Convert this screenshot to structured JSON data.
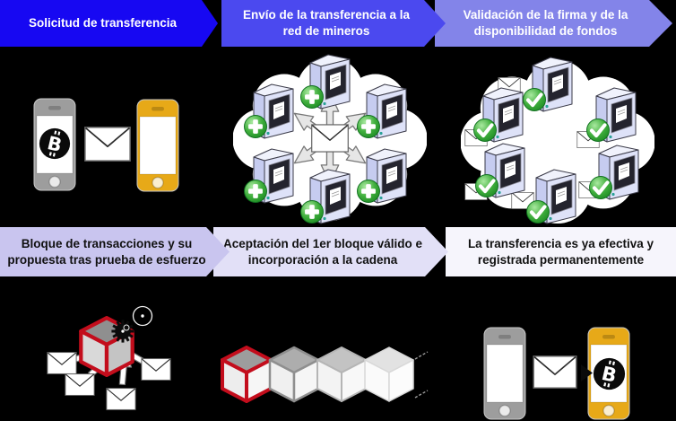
{
  "canvas": {
    "background": "#000000"
  },
  "steps": [
    {
      "label": "Solicitud de transferencia",
      "bg": "#1708F2",
      "text": "#FFFFFF"
    },
    {
      "label": "Envío de la transferencia a la red de mineros",
      "bg": "#4B49EF",
      "text": "#FFFFFF"
    },
    {
      "label": "Validación de la firma y de la disponibilidad de fondos",
      "bg": "#8384E9",
      "text": "#FFFFFF"
    },
    {
      "label": "Bloque de transacciones y su propuesta tras prueba de esfuerzo",
      "bg": "#C9C5EF",
      "text": "#111111"
    },
    {
      "label": "Aceptación del 1er bloque válido e incorporación a la cadena",
      "bg": "#E2E0F7",
      "text": "#111111"
    },
    {
      "label": "La transferencia es ya efectiva y registrada permanentemente",
      "bg": "#F6F5FC",
      "text": "#111111"
    }
  ],
  "panels": [
    {
      "name": "transfer-request",
      "icons": [
        "sender-phone-icon",
        "bitcoin-icon",
        "envelope-icon",
        "receiver-phone-icon"
      ]
    },
    {
      "name": "broadcast-to-miners",
      "icons": [
        "cloud-icon",
        "broadcast-arrows-icon",
        "envelope-icon",
        "server-icon",
        "plus-badge-icon"
      ]
    },
    {
      "name": "validation-by-network",
      "icons": [
        "cloud-icon",
        "server-icon",
        "check-badge-icon",
        "envelope-icon"
      ]
    },
    {
      "name": "block-proof-of-work",
      "icons": [
        "block-cube-icon",
        "gear-icon",
        "gear-circle-icon",
        "envelope-icon",
        "inward-arrow-icon"
      ]
    },
    {
      "name": "blockchain-chain",
      "icons": [
        "accepted-block-cube-icon",
        "chain-cube-icon",
        "continuation-dashes-icon"
      ]
    },
    {
      "name": "transfer-complete",
      "icons": [
        "sender-phone-icon",
        "envelope-icon",
        "delivery-arrow-icon",
        "receiver-phone-icon",
        "bitcoin-icon"
      ]
    }
  ],
  "colors": {
    "bitcoin_badge": "#0A0A0A",
    "bitcoin_glyph": "#FFFFFF",
    "gold_phone": "#E7A918",
    "gray_phone": "#9D9D9D",
    "miner_green": "#2E9E2E",
    "new_block_red": "#C30D1C",
    "server_body": "#C6CCF0",
    "cloud": "#FFFFFF"
  }
}
